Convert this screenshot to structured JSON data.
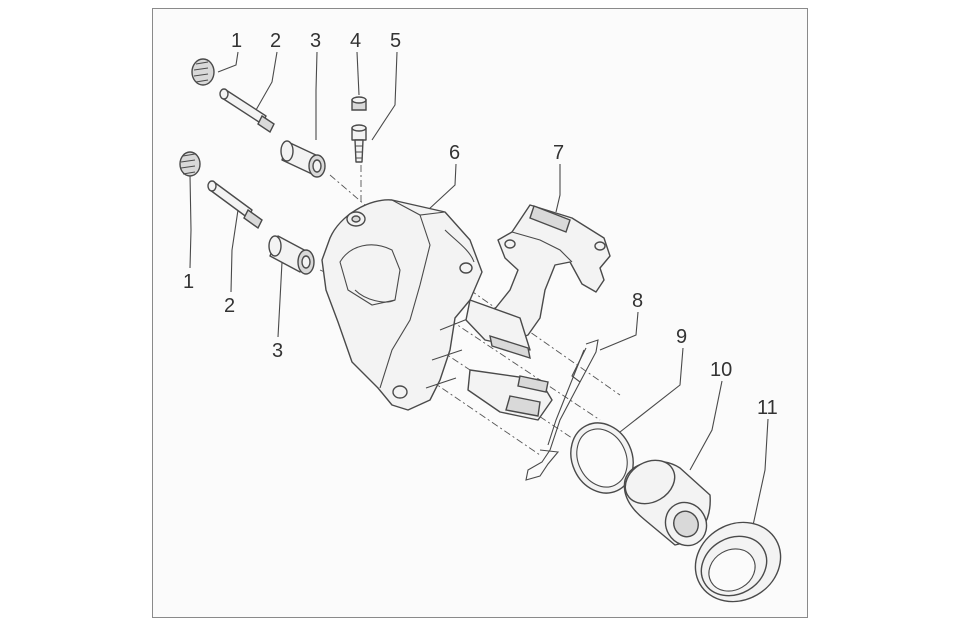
{
  "diagram": {
    "type": "exploded-view",
    "callouts": {
      "c1a": "1",
      "c2a": "2",
      "c3a": "3",
      "c4": "4",
      "c5": "5",
      "c6": "6",
      "c7": "7",
      "c8": "8",
      "c9": "9",
      "c10": "10",
      "c11": "11",
      "c1b": "1",
      "c2b": "2",
      "c3b": "3"
    }
  }
}
